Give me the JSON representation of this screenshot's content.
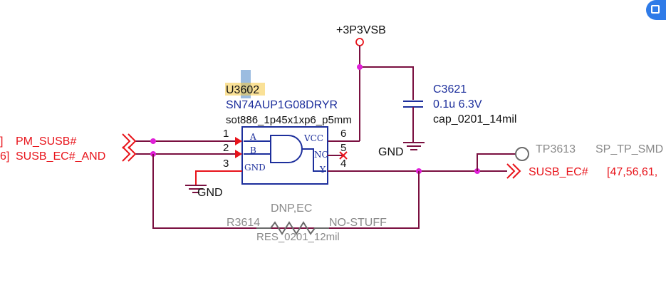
{
  "power": {
    "net": "+3P3VSB"
  },
  "ic": {
    "refdes": "U3602",
    "part": "SN74AUP1G08DRYR",
    "package": "sot886_1p45x1xp6_p5mm",
    "pins": [
      {
        "num": "1",
        "name": "A"
      },
      {
        "num": "2",
        "name": "B"
      },
      {
        "num": "3",
        "name": "GND"
      },
      {
        "num": "6",
        "name": "VCC"
      },
      {
        "num": "5",
        "name": "NC"
      },
      {
        "num": "4",
        "name": "Y"
      }
    ]
  },
  "cap": {
    "refdes": "C3621",
    "value": "0.1u 6.3V",
    "package": "cap_0201_14mil"
  },
  "grounds": {
    "cap_gnd": "GND",
    "ic_gnd": "GND"
  },
  "left_signals": [
    {
      "bracket": "]",
      "net": "PM_SUSB#"
    },
    {
      "bracket": "6]",
      "net": "SUSB_EC#_AND"
    }
  ],
  "output": {
    "net": "SUSB_EC#",
    "refs": "[47,56,61,"
  },
  "testpoint": {
    "refdes": "TP3613",
    "footprint": "SP_TP_SMD"
  },
  "resistor": {
    "refdes": "R3614",
    "package": "RES_0201_12mil",
    "note": "NO-STUFF",
    "variant": "DNP,EC"
  },
  "colors": {
    "net_label": "#e8141b",
    "component": "#1d2f9c",
    "wire": "#7a1040",
    "junction": "#e020d8",
    "dnp": "#8a8a8a"
  }
}
